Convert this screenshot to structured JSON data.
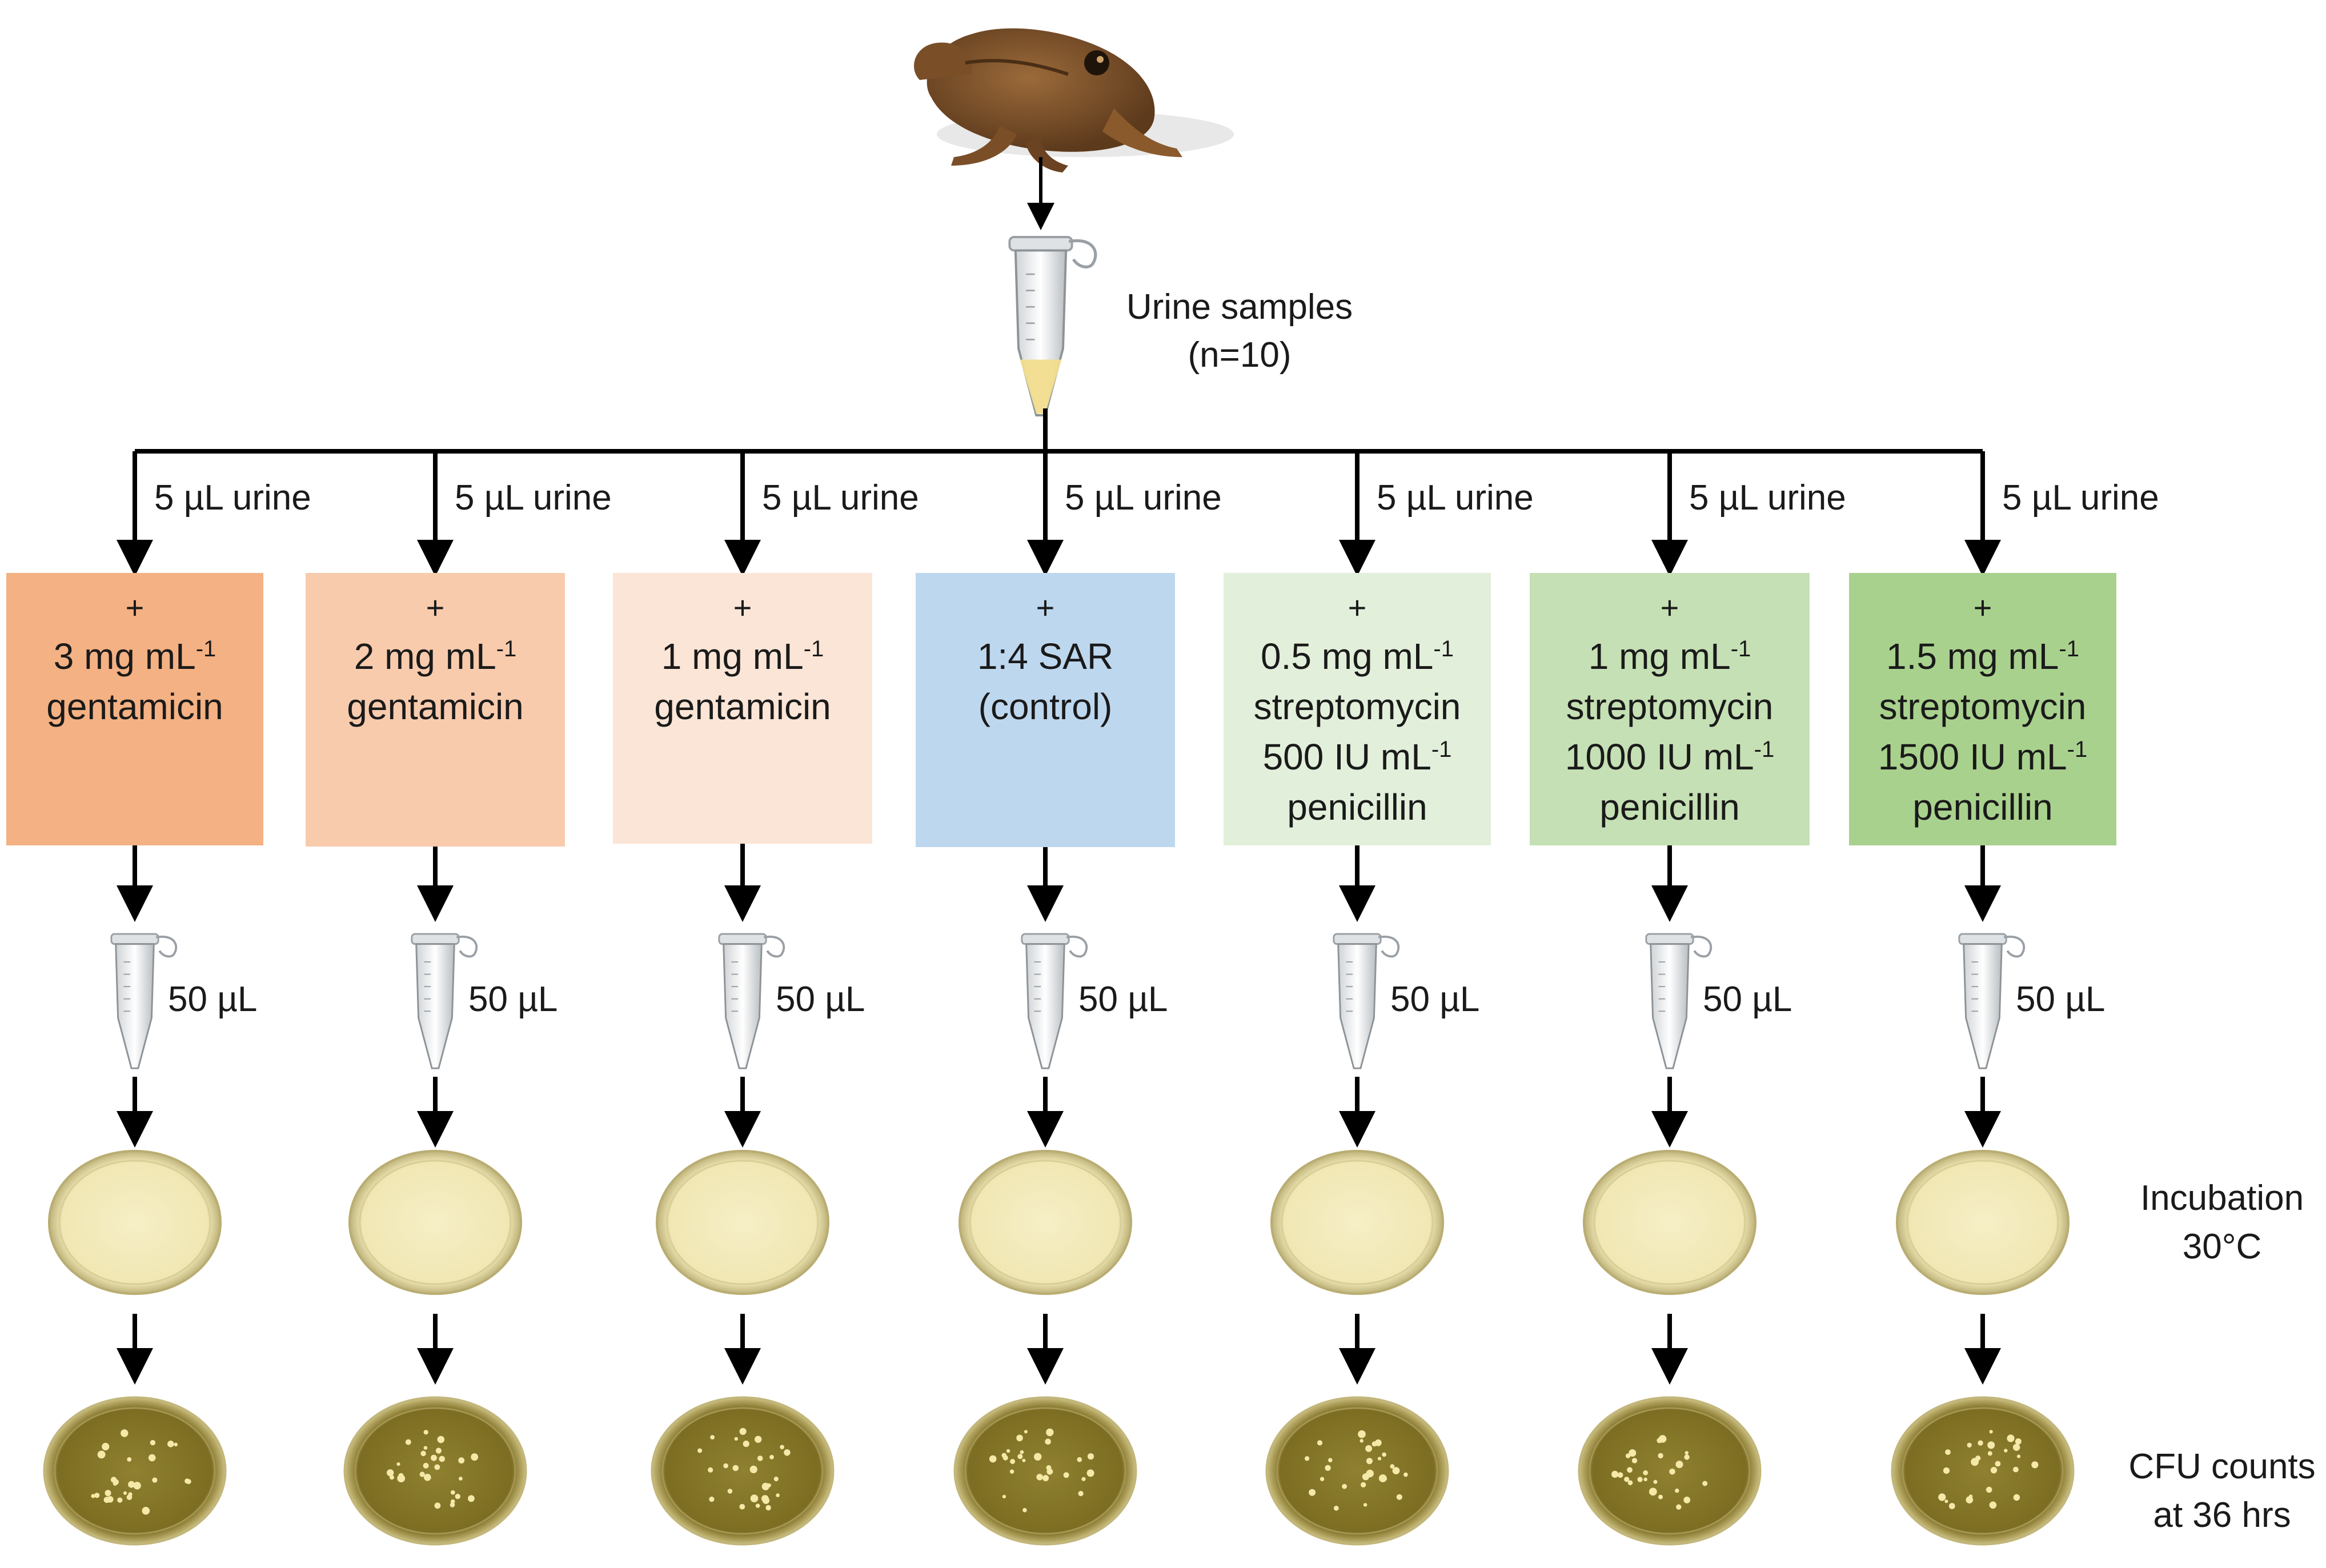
{
  "top": {
    "frog_icon": "frog-photo",
    "tube_icon": "microcentrifuge-tube",
    "urine_label": "Urine samples",
    "urine_n": "(n=10)"
  },
  "branches": [
    {
      "volume": "5 µL urine",
      "plus": "+",
      "lines": [
        {
          "t": "3 mg mL",
          "sup": "-1"
        },
        {
          "t": "gentamicin"
        }
      ],
      "color": "#f4b183",
      "tube_volume": "50 µL"
    },
    {
      "volume": "5 µL urine",
      "plus": "+",
      "lines": [
        {
          "t": "2 mg mL",
          "sup": "-1"
        },
        {
          "t": "gentamicin"
        }
      ],
      "color": "#f8cbad",
      "tube_volume": "50 µL"
    },
    {
      "volume": "5 µL urine",
      "plus": "+",
      "lines": [
        {
          "t": "1 mg mL",
          "sup": "-1"
        },
        {
          "t": "gentamicin"
        }
      ],
      "color": "#fbe5d6",
      "tube_volume": "50 µL"
    },
    {
      "volume": "5 µL urine",
      "plus": "+",
      "lines": [
        {
          "t": "1:4 SAR"
        },
        {
          "t": "(control)"
        }
      ],
      "color": "#bdd7ee",
      "tube_volume": "50 µL"
    },
    {
      "volume": "5 µL urine",
      "plus": "+",
      "lines": [
        {
          "t": "0.5 mg mL",
          "sup": "-1"
        },
        {
          "t": "streptomycin"
        },
        {
          "t": "500 IU mL",
          "sup": "-1"
        },
        {
          "t": "penicillin"
        }
      ],
      "color": "#e2efda",
      "tube_volume": "50 µL"
    },
    {
      "volume": "5 µL urine",
      "plus": "+",
      "lines": [
        {
          "t": "1 mg mL",
          "sup": "-1"
        },
        {
          "t": "streptomycin"
        },
        {
          "t": "1000 IU mL",
          "sup": "-1"
        },
        {
          "t": "penicillin"
        }
      ],
      "color": "#c5e0b4",
      "tube_volume": "50 µL"
    },
    {
      "volume": "5 µL urine",
      "plus": "+",
      "lines": [
        {
          "t": "1.5 mg mL",
          "sup": "-1"
        },
        {
          "t": "streptomycin"
        },
        {
          "t": "1500 IU mL",
          "sup": "-1"
        },
        {
          "t": "penicillin"
        }
      ],
      "color": "#a9d18e",
      "tube_volume": "50 µL"
    }
  ],
  "incubation": {
    "line1": "Incubation",
    "line2": "30°C"
  },
  "cfu": {
    "line1": "CFU counts",
    "line2": "at 36 hrs"
  },
  "colors": {
    "arrow": "#000000",
    "plate_fill": "#f3ebbd",
    "plate_rim": "#c9c08a",
    "colony_plate": "#8a7a2e",
    "colony": "#f5e9a8"
  }
}
